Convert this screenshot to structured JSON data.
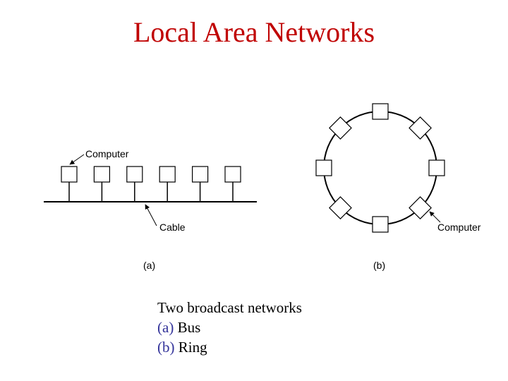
{
  "title": "Local Area Networks",
  "figure": {
    "bus": {
      "computer_label": "Computer",
      "cable_label": "Cable",
      "panel_label": "(a)",
      "computer_count": 6
    },
    "ring": {
      "computer_label": "Computer",
      "panel_label": "(b)",
      "computer_count": 8
    }
  },
  "caption": {
    "heading": "Two broadcast networks",
    "items": [
      {
        "tag": "(a)",
        "text": "Bus"
      },
      {
        "tag": "(b)",
        "text": "Ring"
      }
    ],
    "tag_color": "#33339a"
  },
  "colors": {
    "title": "#c00000",
    "lines": "#000000"
  }
}
